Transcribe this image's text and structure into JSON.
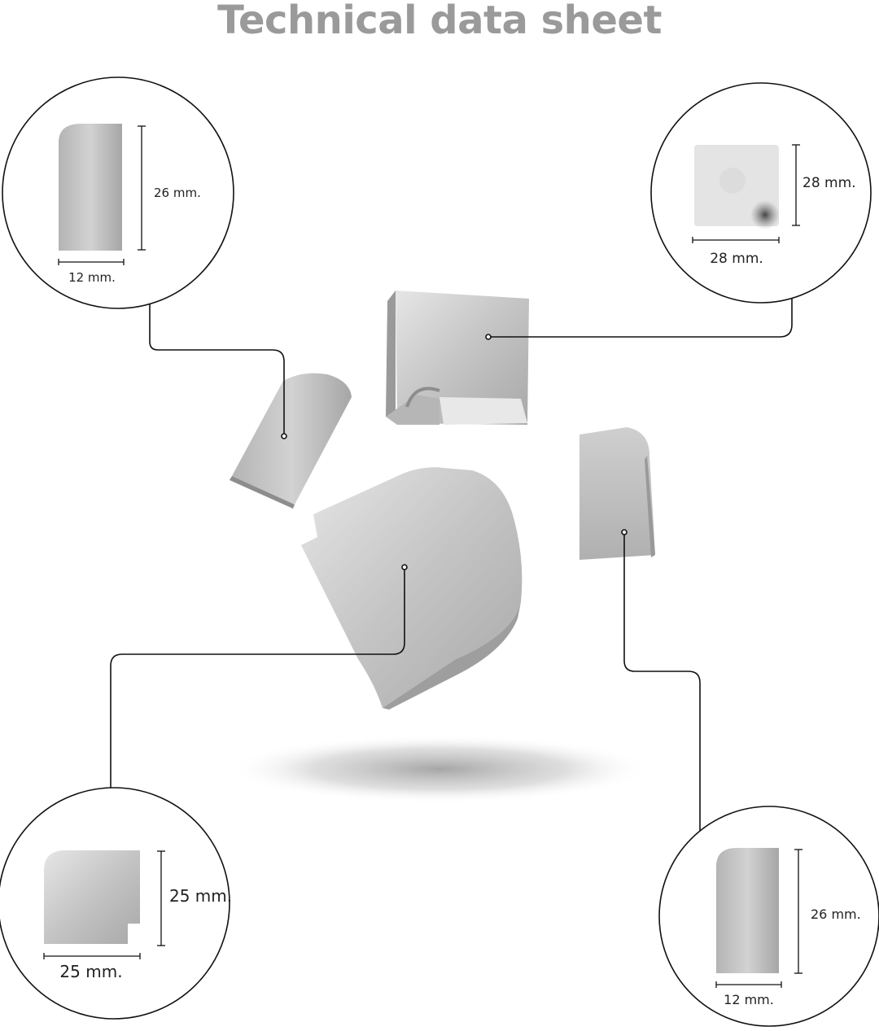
{
  "title": "Technical data sheet",
  "colors": {
    "title": "#9a9a9a",
    "metal_light": "#e2e2e2",
    "metal_mid": "#bdbdbd",
    "metal_dark": "#9a9a9a",
    "line": "#111111"
  },
  "callouts": {
    "top_left": {
      "height": "26 mm.",
      "width": "12 mm."
    },
    "top_right": {
      "height": "28 mm.",
      "width": "28 mm."
    },
    "bottom_left": {
      "height": "25 mm.",
      "width": "25 mm."
    },
    "bottom_right": {
      "height": "26 mm.",
      "width": "12 mm."
    }
  }
}
